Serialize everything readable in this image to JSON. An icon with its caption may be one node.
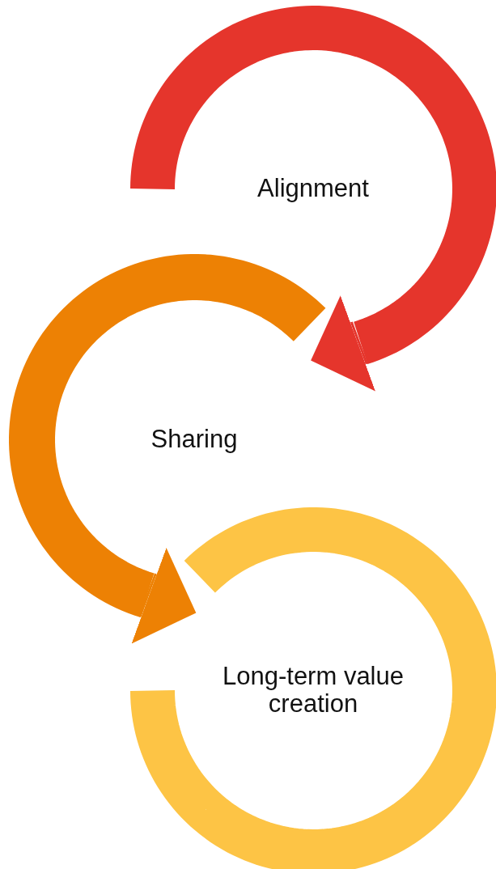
{
  "diagram": {
    "nodes": [
      {
        "text": [
          "Alignment"
        ]
      },
      {
        "text": [
          "Sharing"
        ]
      },
      {
        "text": [
          "Long-term value creation"
        ]
      }
    ],
    "edges": [
      {
        "from": 0,
        "to": 1,
        "arrow": "to",
        "color": "#e5352c"
      },
      {
        "from": 1,
        "to": 2,
        "arrow": "to",
        "color": "#ed8104"
      }
    ]
  }
}
